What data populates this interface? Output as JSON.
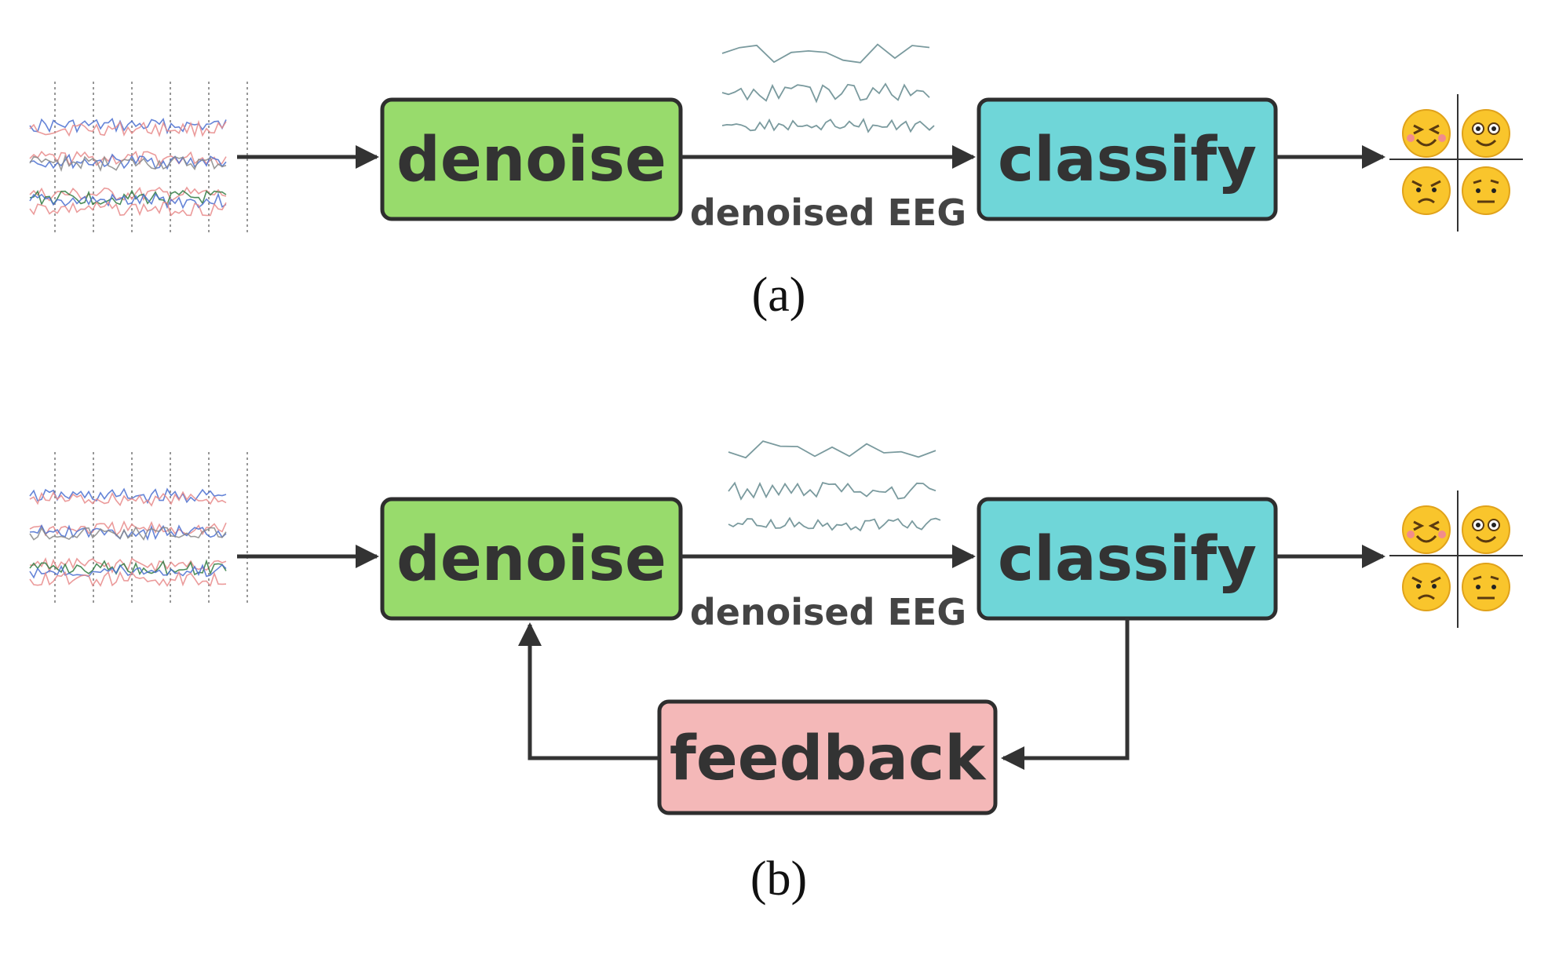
{
  "colors": {
    "denoise": "#98db6c",
    "classify": "#6fd6d8",
    "feedback": "#f4b8b8",
    "border": "#2e2e2e",
    "arrow": "#333333",
    "emoji_face": "#f9c52c"
  },
  "panels": [
    {
      "caption": "(a)",
      "denoise_label": "denoise",
      "classify_label": "classify",
      "edge_label": "denoised EEG"
    },
    {
      "caption": "(b)",
      "denoise_label": "denoise",
      "classify_label": "classify",
      "edge_label": "denoised EEG",
      "feedback_label": "feedback"
    }
  ],
  "icons": {
    "raw_eeg": "raw-eeg-signal-icon",
    "denoised_eeg": "denoised-eeg-signal-icon",
    "emotion_quadrant": [
      "laughing-face-icon",
      "smiling-face-icon",
      "angry-face-icon",
      "worried-face-icon"
    ]
  }
}
